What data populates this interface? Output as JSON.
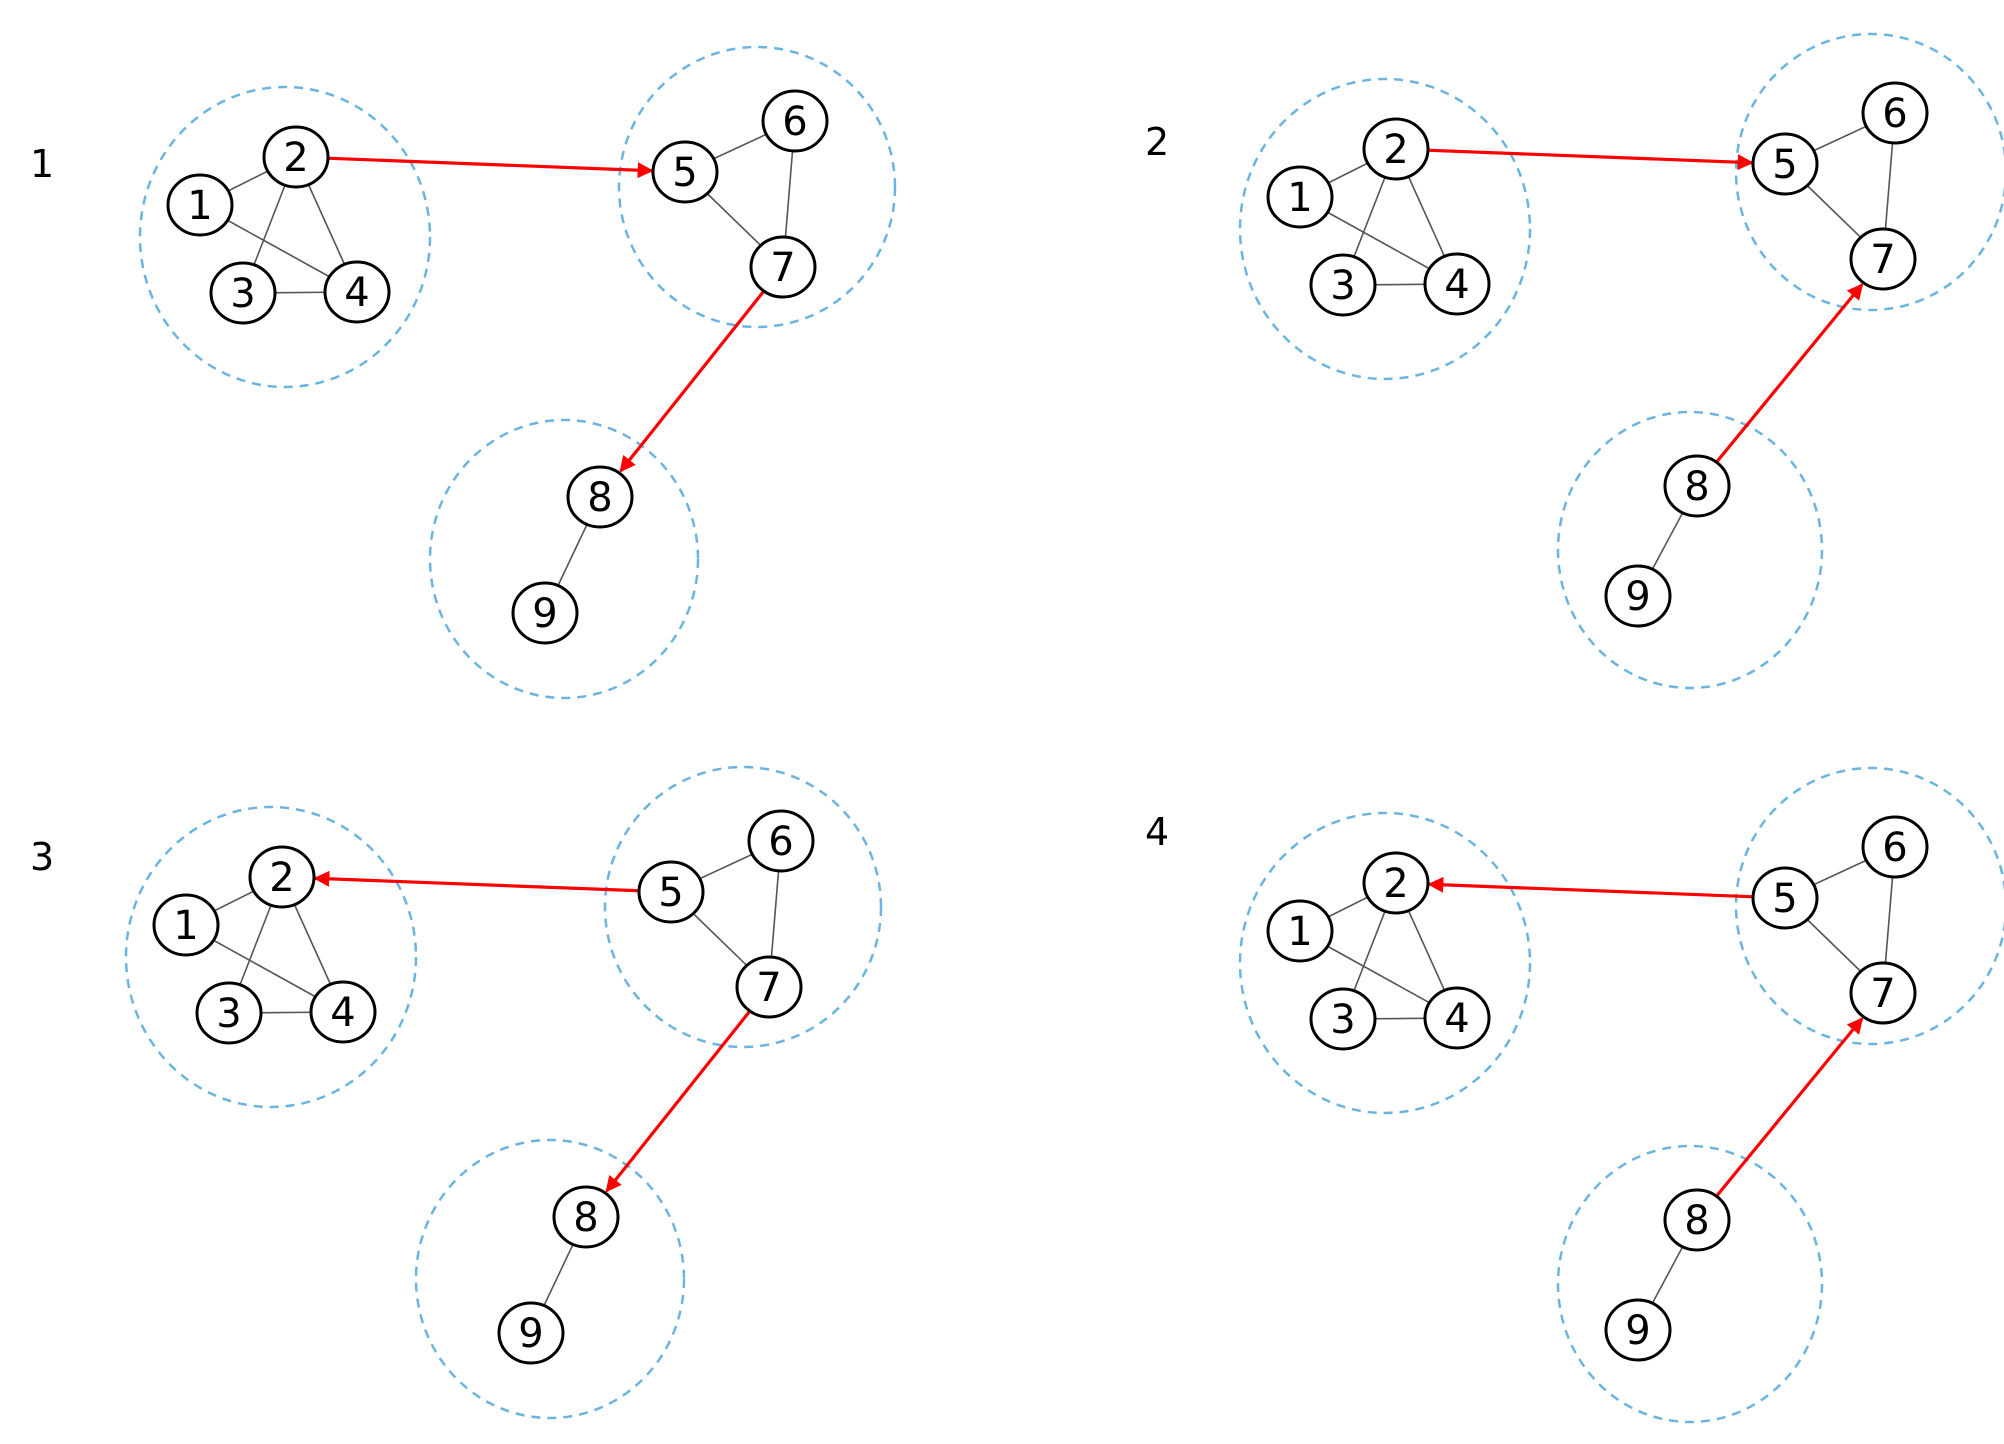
{
  "colors": {
    "community_outline": "#6BB4E0",
    "arrow": "#FF0000",
    "edge": "#555555",
    "node_outline": "#000000"
  },
  "nodes": [
    "1",
    "2",
    "3",
    "4",
    "5",
    "6",
    "7",
    "8",
    "9"
  ],
  "edges": [
    [
      "1",
      "2"
    ],
    [
      "1",
      "4"
    ],
    [
      "2",
      "3"
    ],
    [
      "2",
      "4"
    ],
    [
      "3",
      "4"
    ],
    [
      "5",
      "6"
    ],
    [
      "5",
      "7"
    ],
    [
      "6",
      "7"
    ],
    [
      "8",
      "9"
    ]
  ],
  "communities": [
    [
      "1",
      "2",
      "3",
      "4"
    ],
    [
      "5",
      "6",
      "7"
    ],
    [
      "8",
      "9"
    ]
  ],
  "panels": [
    {
      "label": "1",
      "arrows": [
        {
          "from": "2",
          "to": "5"
        },
        {
          "from": "7",
          "to": "8"
        }
      ]
    },
    {
      "label": "2",
      "arrows": [
        {
          "from": "2",
          "to": "5"
        },
        {
          "from": "8",
          "to": "7"
        }
      ]
    },
    {
      "label": "3",
      "arrows": [
        {
          "from": "5",
          "to": "2"
        },
        {
          "from": "7",
          "to": "8"
        }
      ]
    },
    {
      "label": "4",
      "arrows": [
        {
          "from": "5",
          "to": "2"
        },
        {
          "from": "8",
          "to": "7"
        }
      ]
    }
  ]
}
